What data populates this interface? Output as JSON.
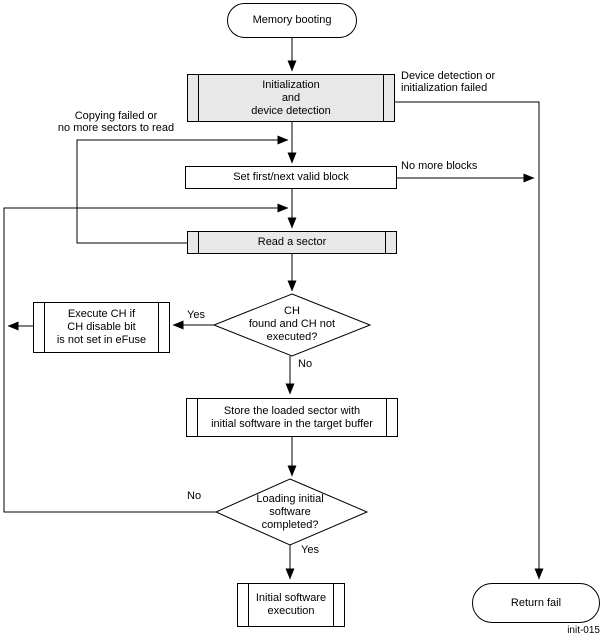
{
  "diagram": {
    "figure_id": "init-015",
    "nodes": {
      "start": {
        "label": "Memory booting"
      },
      "init": {
        "label": "Initialization\nand\ndevice detection"
      },
      "set_block": {
        "label": "Set first/next valid block"
      },
      "read_sector": {
        "label": "Read a sector"
      },
      "ch_decision": {
        "label": "CH\nfound and CH not\nexecuted?"
      },
      "execute_ch": {
        "label": "Execute CH if\nCH disable bit\nis not set in eFuse"
      },
      "store_sector": {
        "label": "Store the loaded sector with\ninitial software in the target buffer"
      },
      "loading_decision": {
        "label": "Loading initial\nsoftware\ncompleted?"
      },
      "initial_sw_exec": {
        "label": "Initial software\nexecution"
      },
      "return_fail": {
        "label": "Return fail"
      }
    },
    "edge_labels": {
      "device_detection_failed": "Device detection or\ninitialization failed",
      "no_more_blocks": "No more blocks",
      "copying_failed": "Copying failed or\nno more sectors to read",
      "ch_yes": "Yes",
      "ch_no": "No",
      "loading_no": "No",
      "loading_yes": "Yes"
    },
    "colors": {
      "line": "#000000",
      "node_fill_gray": "#e8e8e8",
      "node_fill_white": "#ffffff"
    }
  }
}
